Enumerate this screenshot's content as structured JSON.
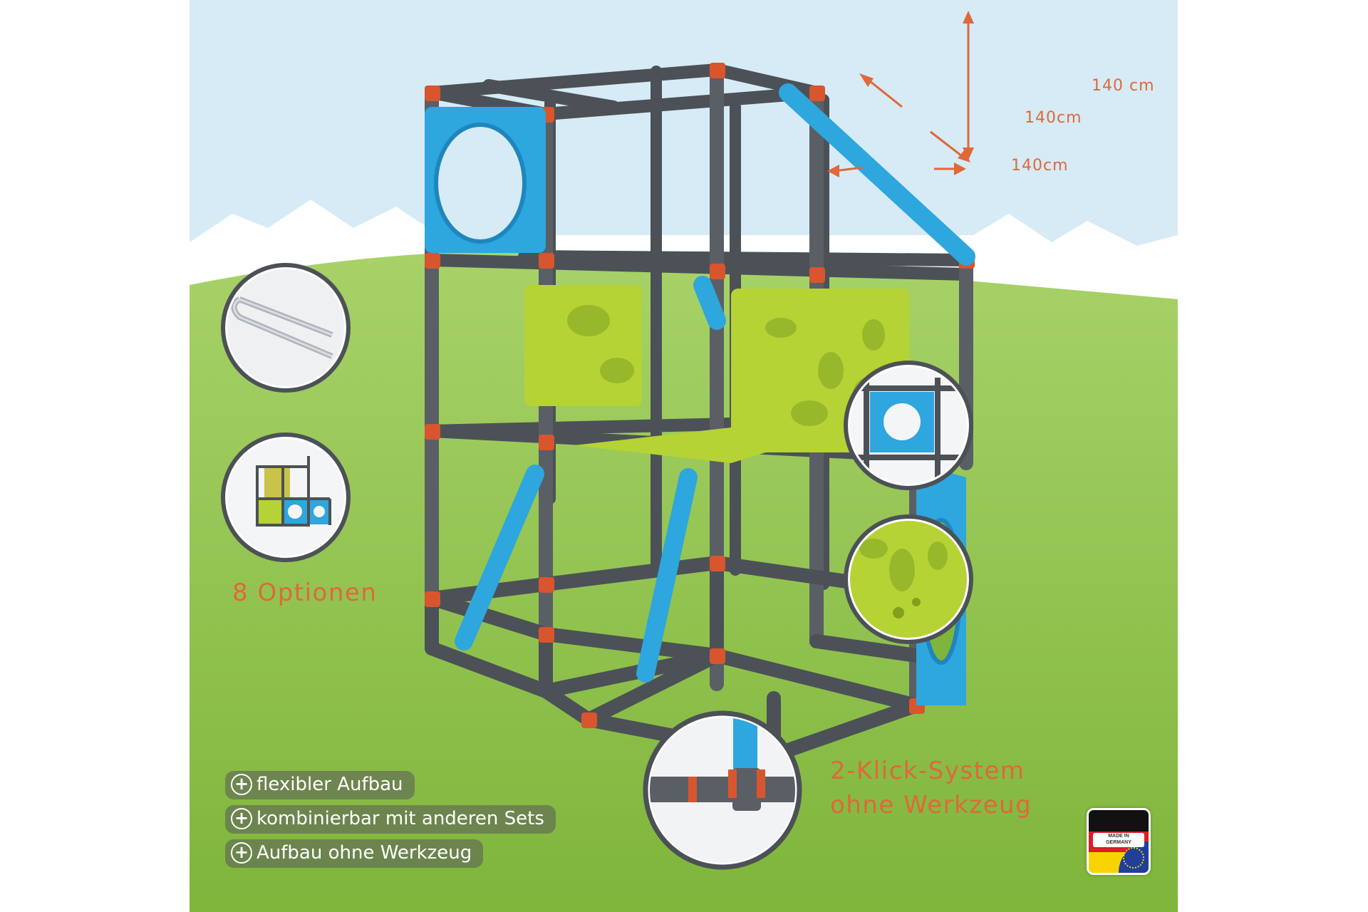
{
  "dimensions": {
    "height": "140 cm",
    "depth": "140cm",
    "width": "140cm"
  },
  "option_count_label": "8 Optionen",
  "system_label": {
    "line1": "2-Klick-System",
    "line2": "ohne Werkzeug"
  },
  "features": [
    "flexibler Aufbau",
    "kombinierbar mit anderen Sets",
    "Aufbau ohne Werkzeug"
  ],
  "badge": {
    "text_line1": "MADE IN",
    "text_line2": "GERMANY"
  },
  "colors": {
    "sky": "#cfe6f2",
    "grass": "#8fc24a",
    "frame_grey": "#555a60",
    "connector_orange": "#d8552e",
    "panel_blue": "#2ea6de",
    "panel_green": "#b5d335",
    "accent_orange": "#e0683a"
  },
  "icons": [
    "ground-stake-icon",
    "option-configuration-icon",
    "blue-panel-detail-icon",
    "green-climbing-panel-detail-icon",
    "click-connector-detail-icon",
    "dimension-arrow-icon",
    "plus-circle-icon",
    "made-in-germany-badge"
  ]
}
